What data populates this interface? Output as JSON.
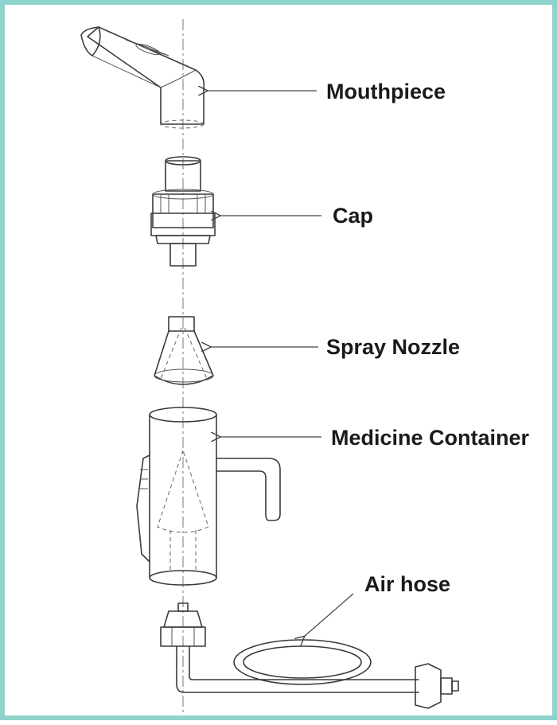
{
  "labels": {
    "mouthpiece": "Mouthpiece",
    "cap": "Cap",
    "spray_nozzle": "Spray Nozzle",
    "medicine_container": "Medicine Container",
    "air_hose": "Air hose"
  },
  "colors": {
    "frame_border": "#8fd3cc",
    "line": "#3a3a3a",
    "text": "#1a1a1a"
  }
}
